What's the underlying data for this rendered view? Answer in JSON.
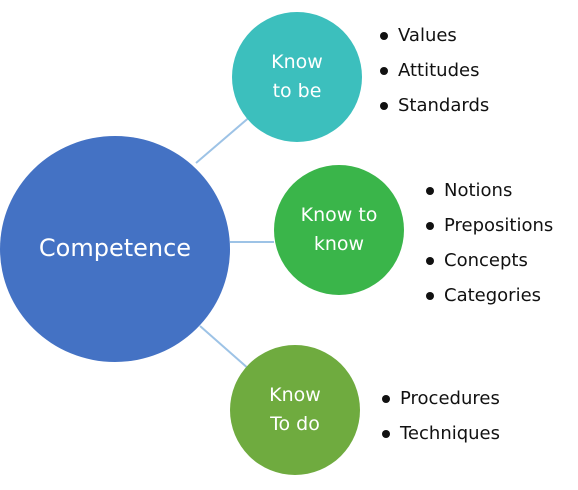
{
  "diagram": {
    "center": {
      "label": "Competence",
      "color": "#4472c4"
    },
    "branches": [
      {
        "lines": [
          "Know",
          "to be"
        ],
        "color": "#3cbfbd",
        "items": [
          "Values",
          "Attitudes",
          "Standards"
        ]
      },
      {
        "lines": [
          "Know to",
          "know"
        ],
        "color": "#3ab54a",
        "items": [
          "Notions",
          "Prepositions",
          "Concepts",
          "Categories"
        ]
      },
      {
        "lines": [
          "Know",
          "To do"
        ],
        "color": "#6fab3f",
        "items": [
          "Procedures",
          "Techniques"
        ]
      }
    ],
    "connector_color": "#9dc3e6"
  }
}
